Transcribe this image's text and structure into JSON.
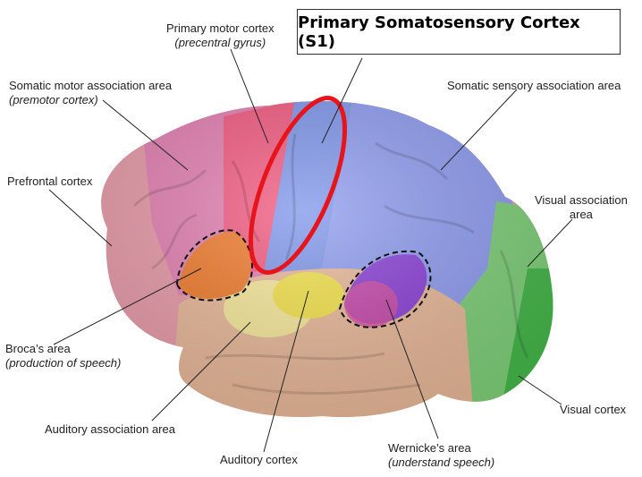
{
  "title": "Primary Somatosensory Cortex (S1)",
  "labels": {
    "primary_motor": {
      "name": "Primary motor cortex",
      "sub": "(precentral gyrus)"
    },
    "somatic_motor_assoc": {
      "name": "Somatic motor association area",
      "sub": "(premotor cortex)"
    },
    "prefrontal": {
      "name": "Prefrontal cortex"
    },
    "somatic_sensory_assoc": {
      "name": "Somatic sensory association area"
    },
    "visual_assoc": {
      "name": "Visual association",
      "name2": "area"
    },
    "brocas": {
      "name": "Broca’s area",
      "sub": "(production of speech)"
    },
    "auditory_assoc": {
      "name": "Auditory association area"
    },
    "auditory": {
      "name": "Auditory cortex"
    },
    "wernickes": {
      "name": "Wernicke’s area",
      "sub": "(understand speech)"
    },
    "visual": {
      "name": "Visual cortex"
    }
  },
  "colors": {
    "prefrontal": "#e79aa8",
    "premotor": "#e37fb1",
    "primary_motor": "#f2587f",
    "somatosensory": "#7d95ea",
    "sensory_assoc": "#8e9cf0",
    "visual_assoc": "#7fd07a",
    "visual": "#45b84a",
    "temporal": "#e8b898",
    "auditory": "#f3e24a",
    "auditory_assoc": "#f6e89a",
    "broca": "#f07a2a",
    "wernicke": "#8a3fd6",
    "highlight": "#e8141c"
  }
}
